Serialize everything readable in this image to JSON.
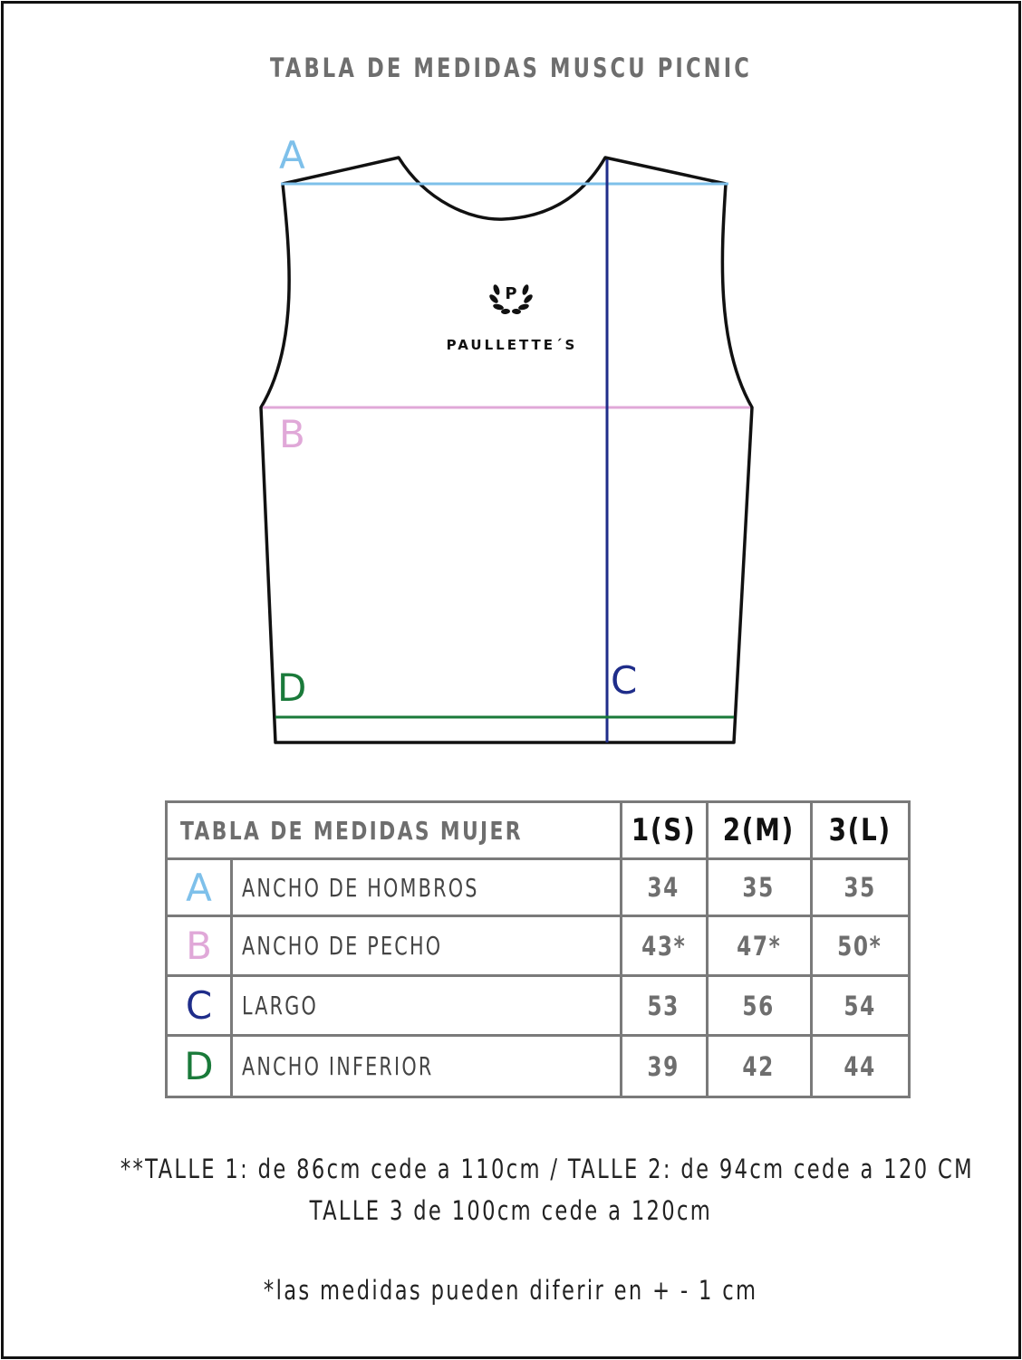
{
  "title": "TABLA DE MEDIDAS MUSCU PICNIC",
  "brand": {
    "monogram": "P",
    "name": "PAULLETTE´S"
  },
  "diagram": {
    "labels": [
      {
        "letter": "A",
        "color": "#7ec0ea"
      },
      {
        "letter": "B",
        "color": "#e0a8d8"
      },
      {
        "letter": "C",
        "color": "#1f2d8a"
      },
      {
        "letter": "D",
        "color": "#1a7a3a"
      }
    ]
  },
  "table": {
    "header": "TABLA DE MEDIDAS MUJER",
    "sizes": [
      "1(S)",
      "2(M)",
      "3(L)"
    ],
    "rows": [
      {
        "letter": "A",
        "color": "#7ec0ea",
        "label": "ANCHO DE HOMBROS",
        "values": [
          "34",
          "35",
          "35"
        ]
      },
      {
        "letter": "B",
        "color": "#e0a8d8",
        "label": "ANCHO DE PECHO",
        "values": [
          "43*",
          "47*",
          "50*"
        ]
      },
      {
        "letter": "C",
        "color": "#1f2d8a",
        "label": "LARGO",
        "values": [
          "53",
          "56",
          "54"
        ]
      },
      {
        "letter": "D",
        "color": "#1a7a3a",
        "label": "ANCHO INFERIOR",
        "values": [
          "39",
          "42",
          "44"
        ]
      }
    ]
  },
  "notes": {
    "line1": "**TALLE 1: de 86cm cede a 110cm / TALLE 2: de 94cm cede a 120 CM",
    "line2": "TALLE 3 de 100cm cede a 120cm",
    "line3": "*las medidas pueden diferir en + - 1 cm"
  }
}
